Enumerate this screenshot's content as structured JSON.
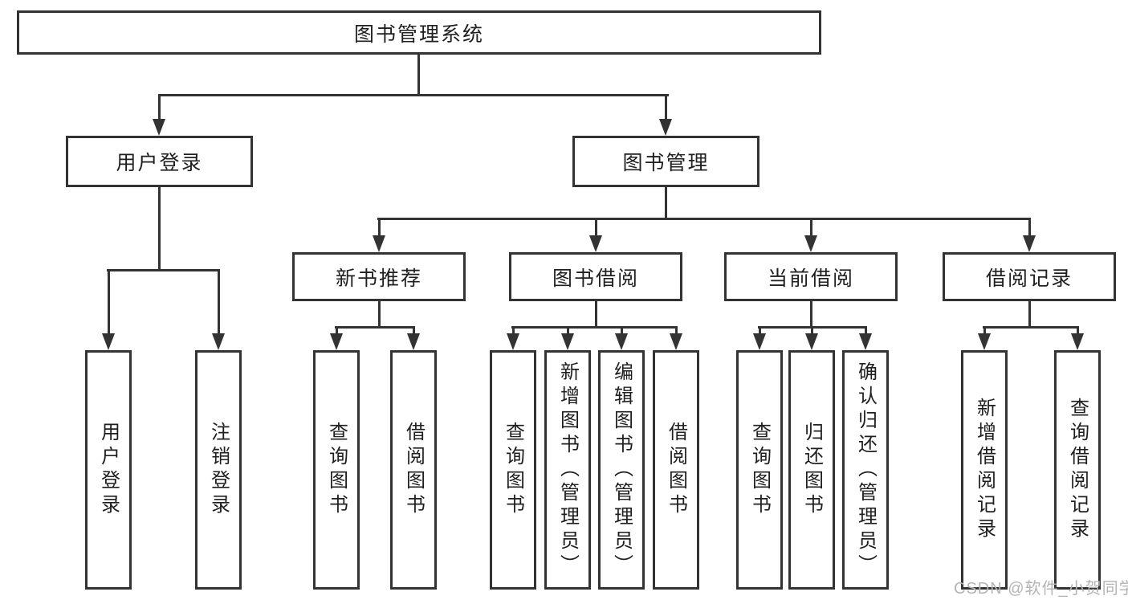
{
  "diagram": {
    "root": {
      "label": "图书管理系统"
    },
    "branches": {
      "user_login": {
        "label": "用户登录",
        "children": [
          {
            "label": "用户登录"
          },
          {
            "label": "注销登录"
          }
        ]
      },
      "book_management": {
        "label": "图书管理",
        "children": [
          {
            "label": "新书推荐",
            "children": [
              {
                "label": "查询图书"
              },
              {
                "label": "借阅图书"
              }
            ]
          },
          {
            "label": "图书借阅",
            "children": [
              {
                "label": "查询图书"
              },
              {
                "label": "新增图书（管理员）"
              },
              {
                "label": "编辑图书（管理员）"
              },
              {
                "label": "借阅图书"
              }
            ]
          },
          {
            "label": "当前借阅",
            "children": [
              {
                "label": "查询图书"
              },
              {
                "label": "归还图书"
              },
              {
                "label": "确认归还（管理员）"
              }
            ]
          },
          {
            "label": "借阅记录",
            "children": [
              {
                "label": "新增借阅记录"
              },
              {
                "label": "查询借阅记录"
              }
            ]
          }
        ]
      }
    },
    "colors": {
      "line": "#333333",
      "text": "#1f1f1f",
      "box_background": "#ffffff",
      "watermark": "#b4b4b4"
    },
    "watermark": {
      "text": "CSDN @软件_小贺同学"
    }
  }
}
